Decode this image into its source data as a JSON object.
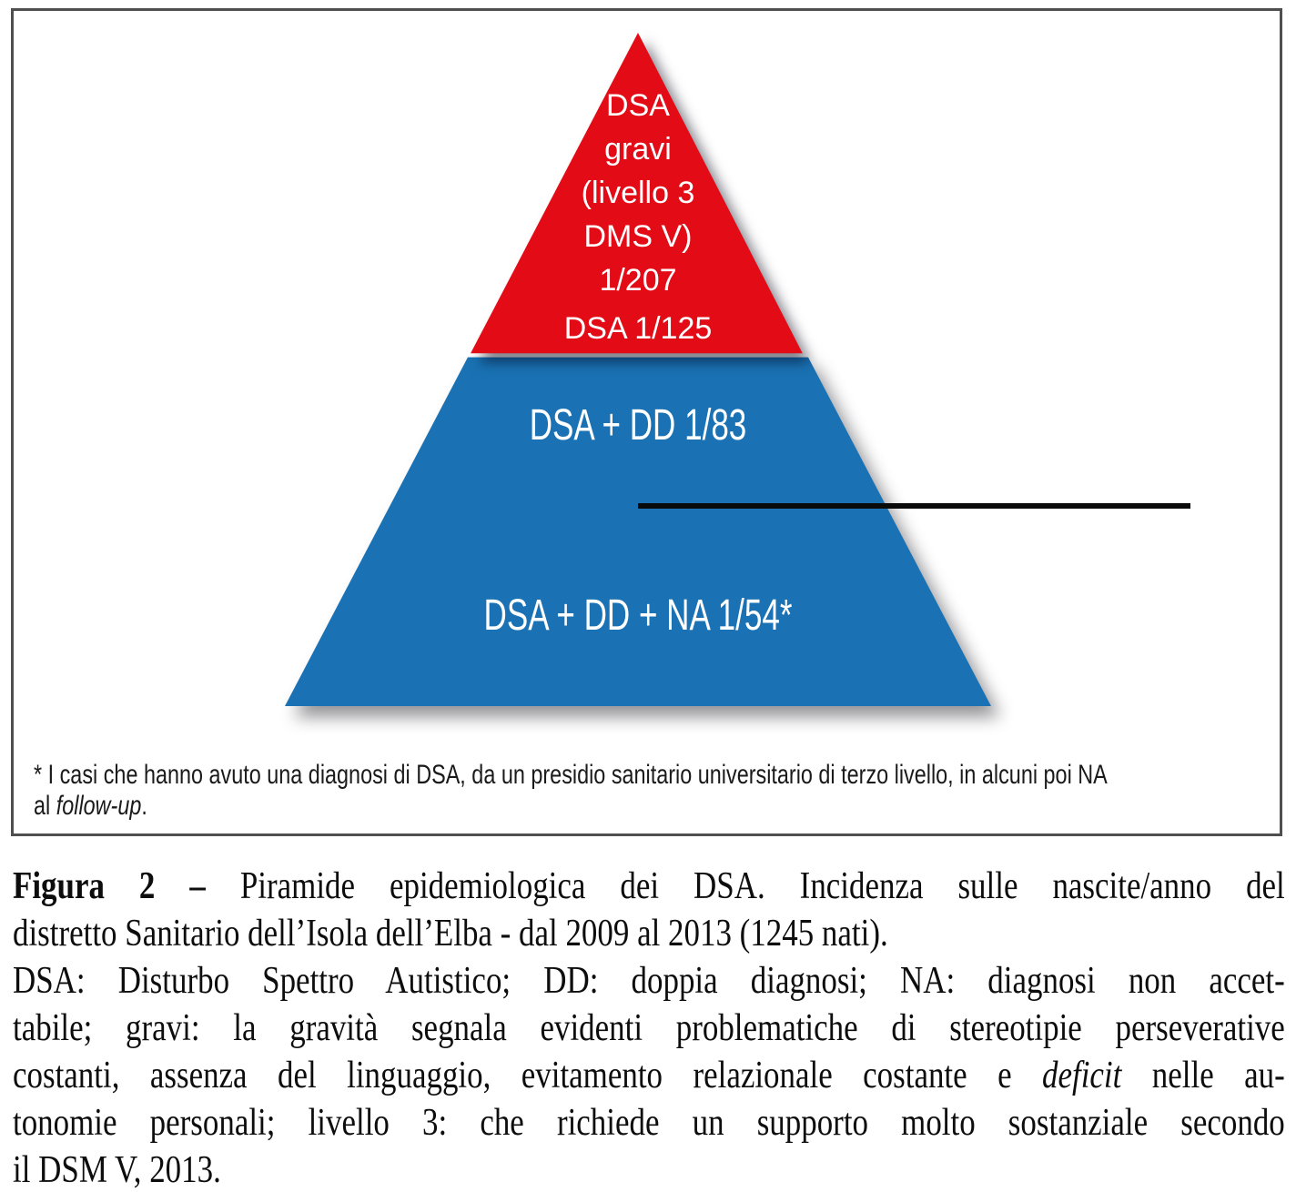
{
  "colors": {
    "pyramid_red": "#e20b16",
    "pyramid_blue": "#1a72b4",
    "divider_line": "#0a0a0a",
    "box_border": "#4f4f4f",
    "pyramid_text": "#ffffff"
  },
  "pyramid": {
    "top": {
      "lines": [
        "DSA",
        "gravi",
        "(livello 3",
        "DMS V)",
        "1/207"
      ],
      "base_label": "DSA 1/125"
    },
    "middle": {
      "label": "DSA + DD 1/83"
    },
    "bottom": {
      "label": "DSA + DD + NA 1/54*"
    }
  },
  "footnote": {
    "line1": "* I casi che hanno avuto una diagnosi di DSA, da un presidio sanitario universitario di terzo livello, in alcuni poi NA",
    "line2_pre": "al",
    "line2_italic": "follow-up",
    "line2_suffix": "."
  },
  "caption": {
    "l1_bold": "Figura 2 –",
    "l1_rest": "Piramide epidemiologica dei DSA. Incidenza sulle nascite/anno del",
    "l2": "distretto Sanitario dell’Isola dell’Elba - dal 2009 al 2013 (1245 nati).",
    "l3": "DSA: Disturbo Spettro Autistico; DD: doppia diagnosi; NA: diagnosi non accet-",
    "l4": "tabile; gravi: la gravità segnala evidenti problematiche di stereotipie perseverative",
    "l5_pre": "costanti, assenza del linguaggio, evitamento relazionale costante e",
    "l5_italic": "deficit",
    "l5_post": "nelle au-",
    "l6": "tonomie personali; livello 3: che richiede un supporto molto sostanziale secondo",
    "l7": "il DSM V, 2013."
  }
}
